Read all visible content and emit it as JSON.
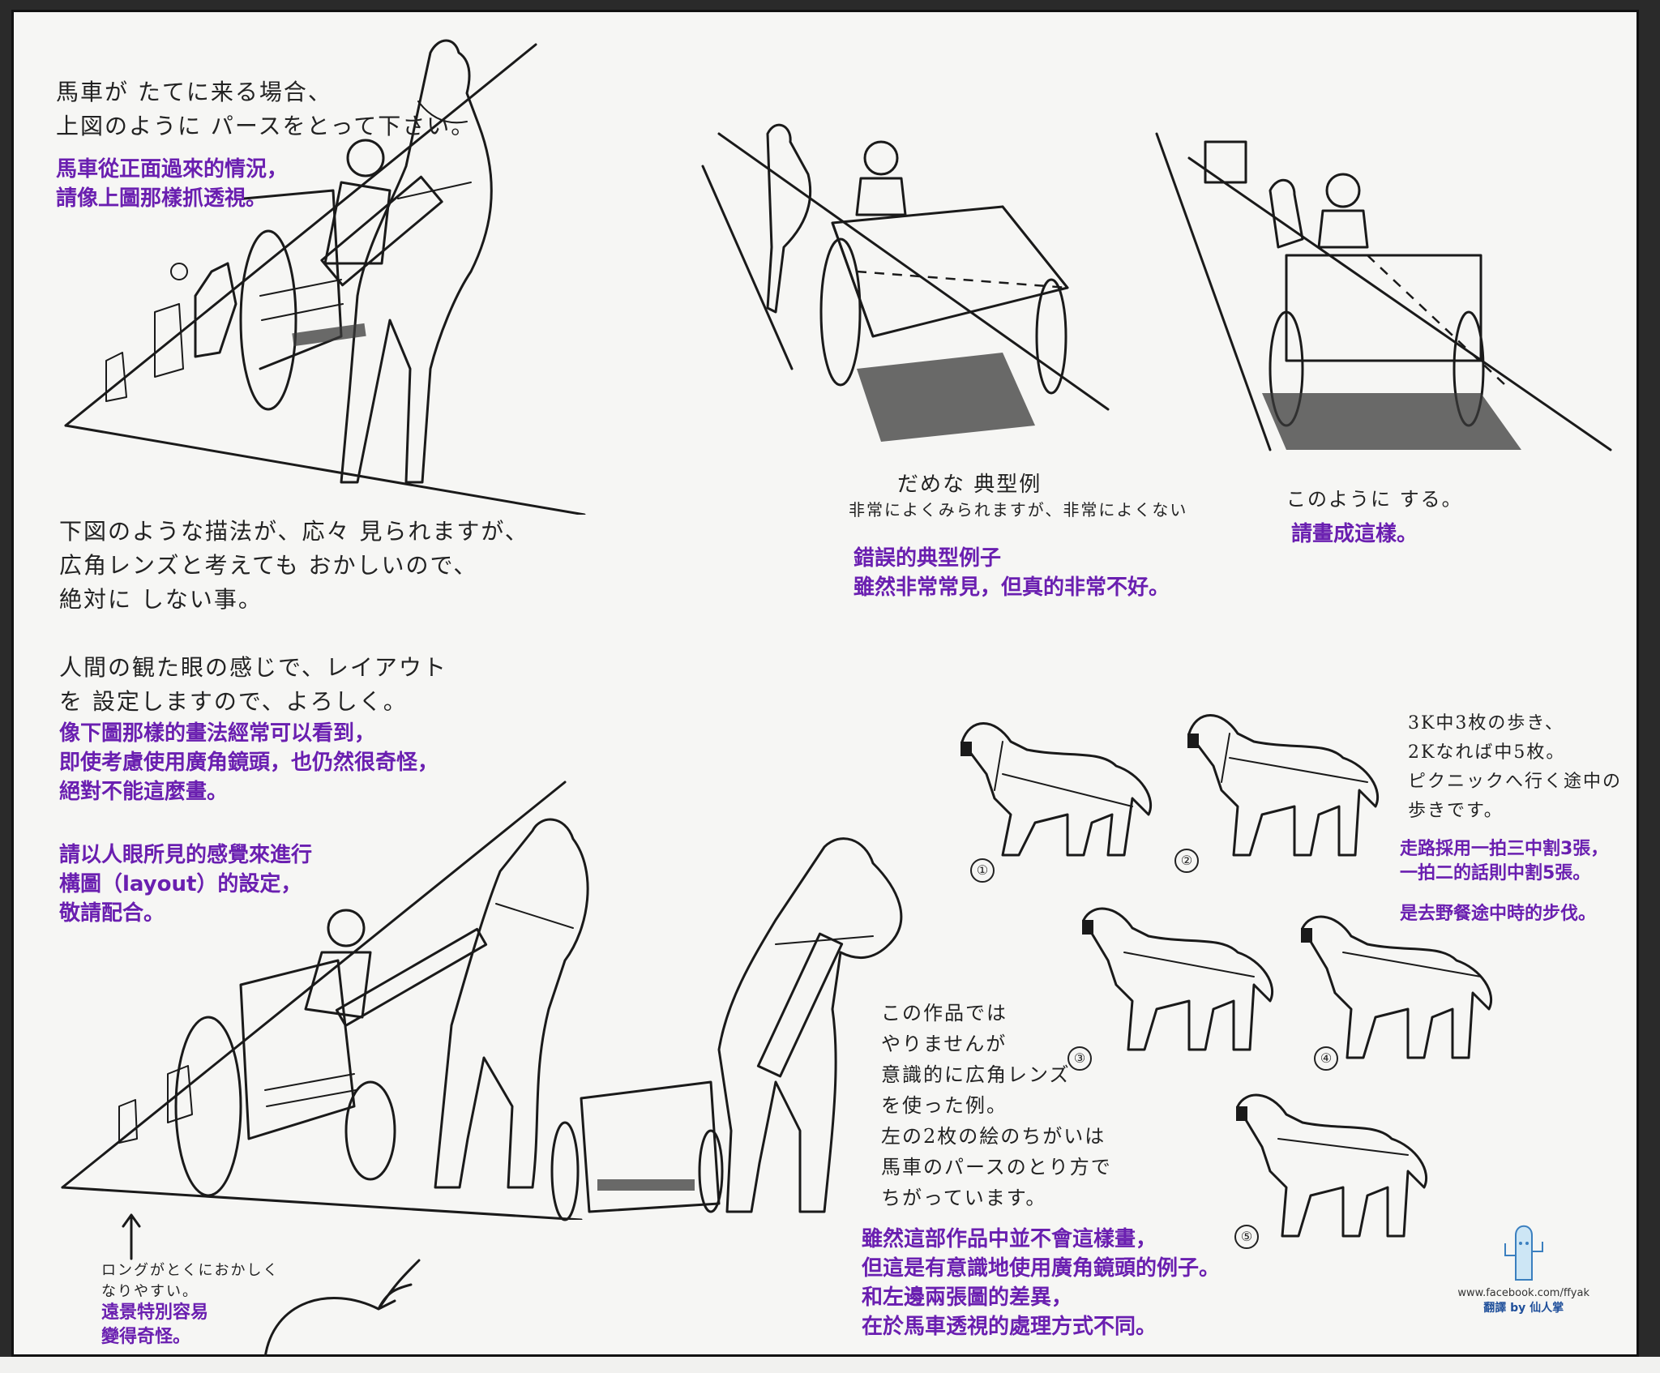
{
  "notes_jp": {
    "top_left": "馬車が たてに来る場合、\n上図のように パースをとって下さい。",
    "wrong_caption": "だめな 典型例",
    "wrong_sub": "非常によくみられますが、非常によくない",
    "right_caption": "このように する。",
    "middle_left": "下図のような描法が、応々 見られますが、\n広角レンズと考えても おかしいので、\n絶対に しない事。\n\n人間の観た眼の感じで、レイアウト\nを 設定しますので、よろしく。",
    "walk": "3K中3枚の歩き、\n2Kなれば中5枚。\nピクニックへ行く途中の\n歩きです。",
    "wide_lens": "この作品では\nやりませんが\n意識的に広角レンズ\nを使った例。\n左の2枚の絵のちがいは\n馬車のパースのとり方で\nちがっています。",
    "bottom_left": "ロングがとくにおかしく\nなりやすい。"
  },
  "notes_zh": {
    "top_left": "馬車從正面過來的情況，\n請像上圖那樣抓透視。",
    "wrong": "錯誤的典型例子\n雖然非常常見，但真的非常不好。",
    "right": "請畫成這樣。",
    "middle_left_1": "像下圖那樣的畫法經常可以看到，\n即使考慮使用廣角鏡頭，也仍然很奇怪，\n絕對不能這麼畫。",
    "middle_left_2": "請以人眼所見的感覺來進行\n構圖（layout）的設定，\n敬請配合。",
    "walk_1": "走路採用一拍三中割3張，\n一拍二的話則中割5張。",
    "walk_2": "是去野餐途中時的步伐。",
    "wide_lens": "雖然這部作品中並不會這樣畫，\n但這是有意識地使用廣角鏡頭的例子。\n和左邊兩張圖的差異，\n在於馬車透視的處理方式不同。",
    "bottom_left": "遠景特別容易\n變得奇怪。"
  },
  "frame_numbers": [
    "①",
    "②",
    "③",
    "④",
    "⑤"
  ],
  "credit": {
    "url": "www.facebook.com/ffyak",
    "translator": "翻譯 by 仙人掌"
  }
}
